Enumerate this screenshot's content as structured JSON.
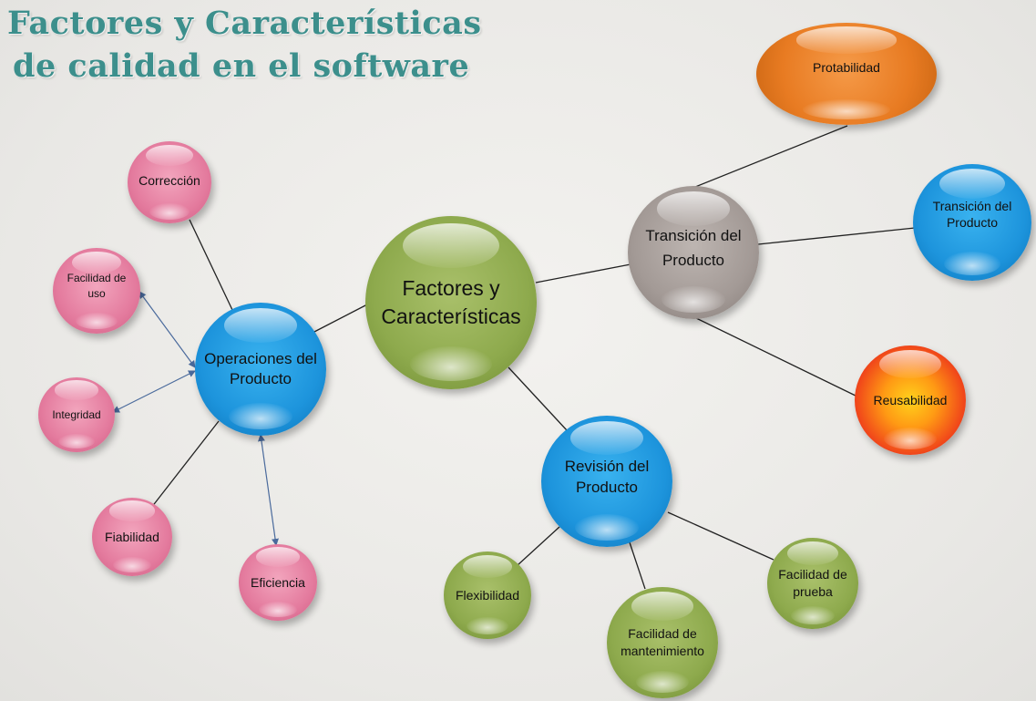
{
  "title": {
    "line1": "Factores y Características",
    "line2": "de calidad en el software"
  },
  "nodes": {
    "center": "Factores y Características",
    "operaciones": "Operaciones del Producto",
    "transicion": "Transición del Producto",
    "revision": "Revisión del Producto",
    "correccion": "Corrección",
    "facilidad_uso": "Facilidad de uso",
    "integridad": "Integridad",
    "fiabilidad": "Fiabilidad",
    "eficiencia": "Eficiencia",
    "protabilidad": "Protabilidad",
    "transicion_producto": "Transición del Producto",
    "reusabilidad": "Reusabilidad",
    "flexibilidad": "Flexibilidad",
    "facilidad_mantenimiento": "Facilidad de mantenimiento",
    "facilidad_prueba": "Facilidad de prueba"
  },
  "colors": {
    "title": "#3c8f8c",
    "pink": "#e47b9e",
    "blue": "#1d94dc",
    "green": "#8eaa4d",
    "gray": "#a39a96",
    "orange": "#e87b22",
    "red": "#f0451a",
    "line": "#222222",
    "arrow": "#4a6a9c"
  }
}
